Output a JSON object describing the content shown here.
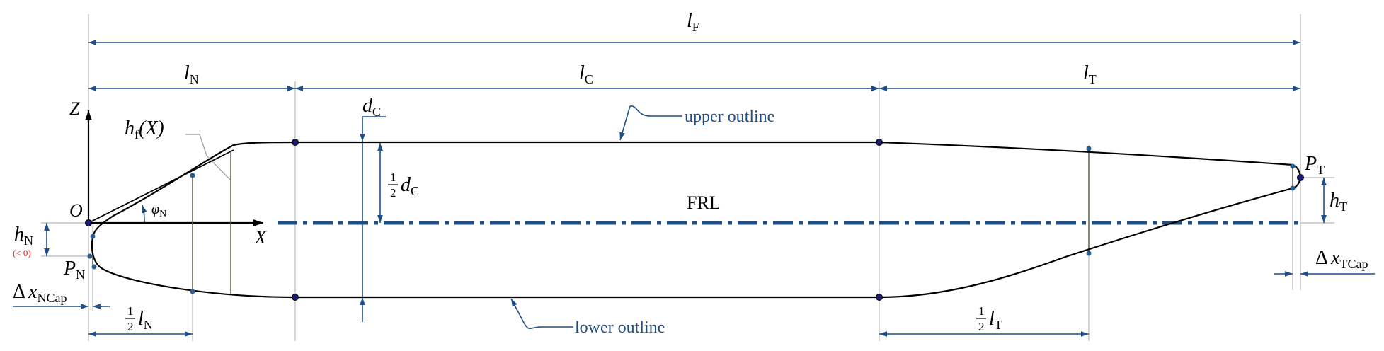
{
  "labels": {
    "l_F": {
      "main": "l",
      "sub": "F"
    },
    "l_N": {
      "main": "l",
      "sub": "N"
    },
    "l_C": {
      "main": "l",
      "sub": "C"
    },
    "l_T": {
      "main": "l",
      "sub": "T"
    },
    "d_C": {
      "main": "d",
      "sub": "C"
    },
    "half_d_C": {
      "frac_num": "1",
      "frac_den": "2",
      "main": "d",
      "sub": "C"
    },
    "half_l_N": {
      "frac_num": "1",
      "frac_den": "2",
      "main": "l",
      "sub": "N"
    },
    "half_l_T": {
      "frac_num": "1",
      "frac_den": "2",
      "main": "l",
      "sub": "T"
    },
    "h_f": {
      "main": "h",
      "sub": "f",
      "arg": "(X)"
    },
    "Z": "Z",
    "X": "X",
    "O": "O",
    "phi_N": {
      "main": "φ",
      "sub": "N"
    },
    "h_N": {
      "main": "h",
      "sub": "N",
      "note": "(< 0)"
    },
    "P_N": {
      "main": "P",
      "sub": "N"
    },
    "P_T": {
      "main": "P",
      "sub": "T"
    },
    "h_T": {
      "main": "h",
      "sub": "T"
    },
    "dx_NCap": {
      "delta": "Δ",
      "main": "x",
      "sub": "NCap"
    },
    "dx_TCap": {
      "delta": "Δ",
      "main": "x",
      "sub": "TCap"
    },
    "FRL": "FRL",
    "upper_outline": "upper outline",
    "lower_outline": "lower outline"
  },
  "colors": {
    "dimension": "#1f4e87",
    "outline": "#000000",
    "extension": "#b9b9b9",
    "note_red": "#e02020"
  }
}
